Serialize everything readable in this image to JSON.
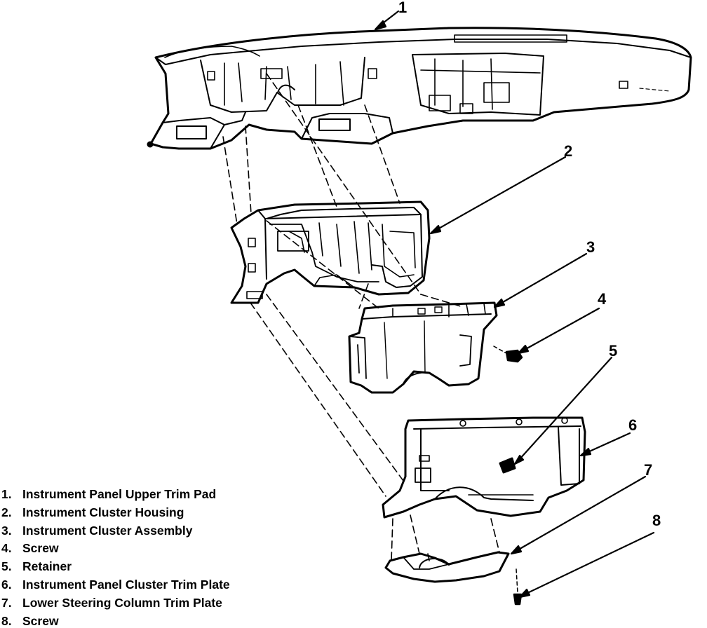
{
  "callouts": [
    "1",
    "2",
    "3",
    "4",
    "5",
    "6",
    "7",
    "8"
  ],
  "legend": [
    {
      "num": "1.",
      "text": "Instrument Panel Upper Trim Pad"
    },
    {
      "num": "2.",
      "text": "Instrument Cluster Housing"
    },
    {
      "num": "3.",
      "text": "Instrument Cluster Assembly"
    },
    {
      "num": "4.",
      "text": "Screw"
    },
    {
      "num": "5.",
      "text": "Retainer"
    },
    {
      "num": "6.",
      "text": "Instrument Panel Cluster Trim Plate"
    },
    {
      "num": "7.",
      "text": "Lower Steering Column Trim Plate"
    },
    {
      "num": "8.",
      "text": "Screw"
    }
  ],
  "colors": {
    "ink": "#000000",
    "paper": "#ffffff"
  }
}
